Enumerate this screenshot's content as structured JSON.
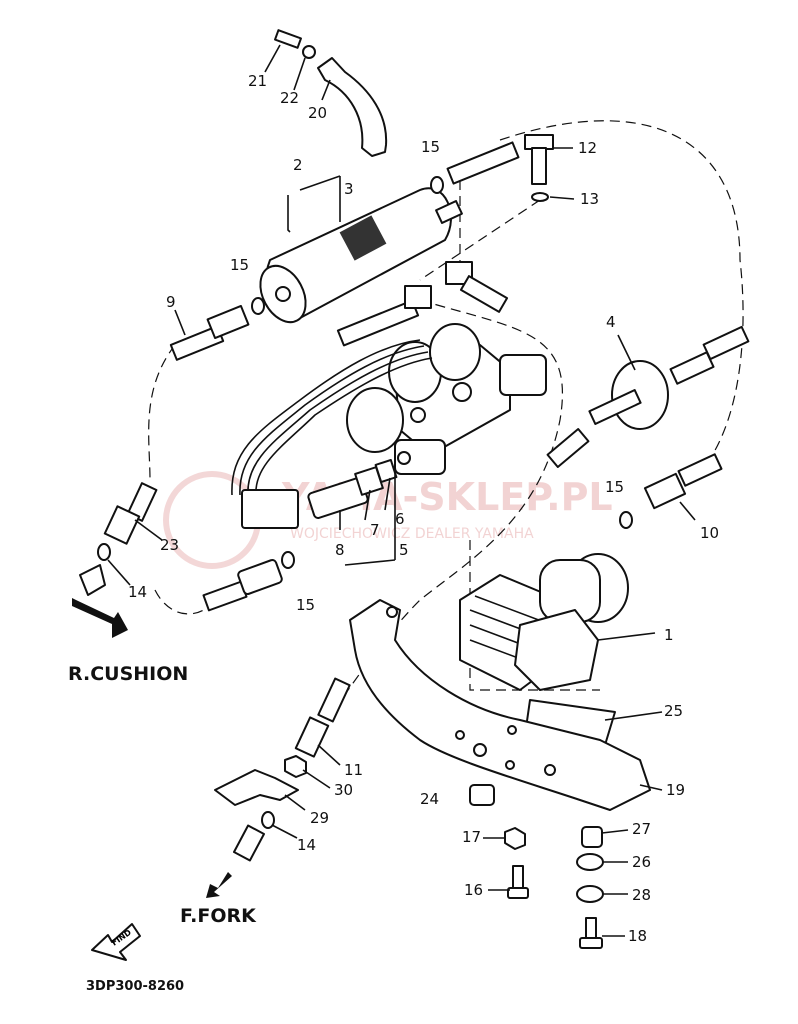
{
  "watermark": {
    "line1": "YAMA-SKLEP.PL",
    "line2": "WOJCIECHOWICZ DEALER YAMAHA"
  },
  "labels": {
    "r_cushion": "R.CUSHION",
    "f_fork": "F.FORK",
    "find": "FIND",
    "diagram_code": "3DP300-8260"
  },
  "part_numbers": {
    "p1": "1",
    "p2": "2",
    "p3": "3",
    "p4": "4",
    "p5": "5",
    "p6": "6",
    "p7": "7",
    "p8": "8",
    "p9": "9",
    "p10": "10",
    "p11": "11",
    "p12": "12",
    "p13": "13",
    "p14a": "14",
    "p14b": "14",
    "p15a": "15",
    "p15b": "15",
    "p15c": "15",
    "p15d": "15",
    "p16": "16",
    "p17": "17",
    "p18": "18",
    "p19": "19",
    "p20": "20",
    "p21": "21",
    "p22": "22",
    "p23": "23",
    "p24": "24",
    "p25": "25",
    "p26": "26",
    "p27": "27",
    "p28": "28",
    "p29": "29",
    "p30": "30"
  }
}
